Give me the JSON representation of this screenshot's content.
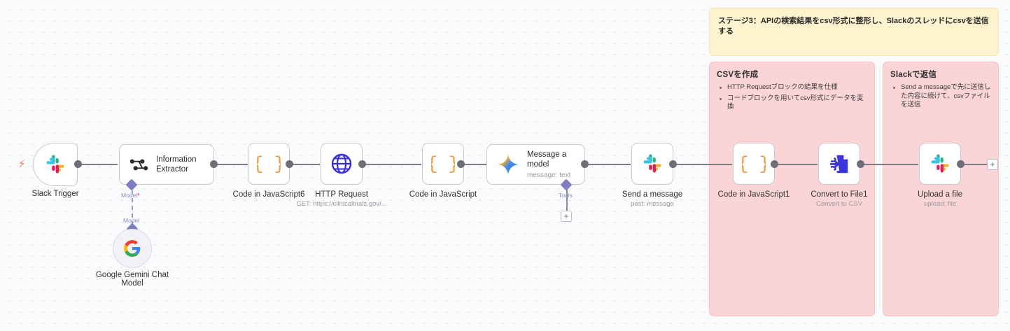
{
  "app": {
    "name": "n8n-workflow-canvas",
    "background_color": "#fafbfc",
    "grid_dot_color": "#dfe3ea"
  },
  "sticky_note": {
    "text": "ステージ3：APIの検索結果をcsv形式に整形し、Slackのスレッドにcsvを送信する",
    "background_color": "#fdf3cf",
    "border_color": "#f6e6ae"
  },
  "groups": [
    {
      "title": "CSVを作成",
      "background_color": "#fbd4d6",
      "items": [
        "HTTP Requestブロックの結果を仕様",
        "コードブロックを用いてcsv形式にデータを変換"
      ]
    },
    {
      "title": "Slackで返信",
      "background_color": "#fbd4d6",
      "items": [
        "Send a messageで先に送信した内容に続けて、csvファイルを送信"
      ]
    }
  ],
  "nodes": [
    {
      "id": "slack-trigger",
      "label": "Slack Trigger",
      "sublabel": "",
      "icon": "slack-icon",
      "shape": "trigger"
    },
    {
      "id": "information-extractor",
      "label": "",
      "inner_title": "Information Extractor",
      "sublabel": "",
      "icon": "information-extractor-icon",
      "shape": "wide"
    },
    {
      "id": "code-in-javascript6",
      "label": "Code in JavaScript6",
      "sublabel": "",
      "icon": "code-braces-icon",
      "shape": "square"
    },
    {
      "id": "http-request",
      "label": "HTTP Request",
      "sublabel": "GET: https://clinicaltrials.gov/...",
      "icon": "globe-icon",
      "shape": "square"
    },
    {
      "id": "code-in-javascript",
      "label": "Code in JavaScript",
      "sublabel": "",
      "icon": "code-braces-icon",
      "shape": "square"
    },
    {
      "id": "message-a-model",
      "label": "",
      "inner_title": "Message a model",
      "inner_sub": "message: text",
      "icon": "gemini-sparkle-icon",
      "shape": "wide"
    },
    {
      "id": "send-a-message",
      "label": "Send a message",
      "sublabel": "post: message",
      "icon": "slack-icon",
      "shape": "square"
    },
    {
      "id": "code-in-javascript1",
      "label": "Code in JavaScript1",
      "sublabel": "",
      "icon": "code-braces-icon",
      "shape": "square"
    },
    {
      "id": "convert-to-file1",
      "label": "Convert to File1",
      "sublabel": "Convert to CSV",
      "icon": "convert-to-file-icon",
      "shape": "square"
    },
    {
      "id": "upload-a-file",
      "label": "Upload a file",
      "sublabel": "upload: file",
      "icon": "slack-icon",
      "shape": "square"
    },
    {
      "id": "google-gemini-chat-model",
      "label_line1": "Google Gemini Chat",
      "label_line2": "Model",
      "icon": "google-g-icon",
      "shape": "circle"
    }
  ],
  "connectors": {
    "model_required_label": "Model",
    "model_required_marker": "*",
    "model_label": "Model",
    "tools_label": "Tools",
    "add_button_label": "+"
  }
}
